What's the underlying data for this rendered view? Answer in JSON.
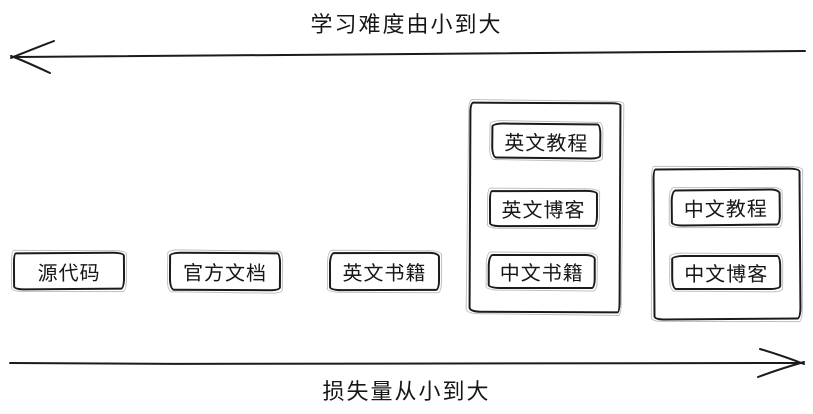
{
  "axes": {
    "top_label": "学习难度由小到大",
    "bottom_label": "损失量从小到大"
  },
  "nodes": {
    "source_code": "源代码",
    "official_docs": "官方文档",
    "english_books": "英文书籍"
  },
  "english_group": {
    "tutorials": "英文教程",
    "blogs": "英文博客",
    "chinese_books": "中文书籍"
  },
  "chinese_group": {
    "tutorials": "中文教程",
    "blogs": "中文博客"
  },
  "icons": {
    "top_arrow": "left-arrow",
    "bottom_arrow": "right-arrow"
  },
  "colors": {
    "ink": "#1b1b1b",
    "background": "#ffffff"
  }
}
